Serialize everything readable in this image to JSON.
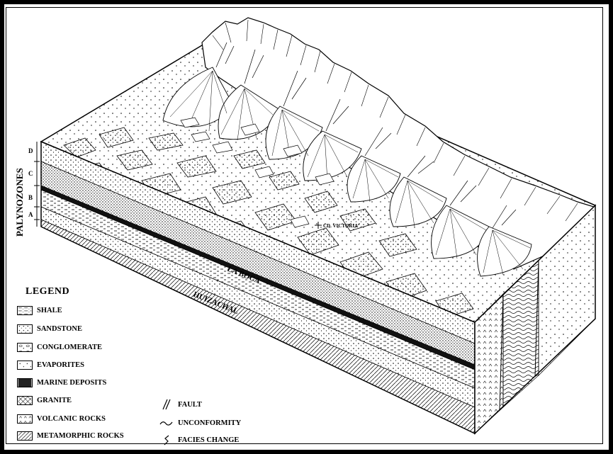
{
  "palynozones": {
    "title": "PALYNOZONES",
    "zones": [
      "D",
      "C",
      "B",
      "A"
    ]
  },
  "labels": {
    "site": "CD. VICTORIA",
    "formation_upper": "LA BOCA",
    "formation_lower": "HUIZACHAL"
  },
  "legend": {
    "title": "LEGEND",
    "items": [
      {
        "label": "SHALE",
        "pattern": "shale"
      },
      {
        "label": "SANDSTONE",
        "pattern": "sandstone"
      },
      {
        "label": "CONGLOMERATE",
        "pattern": "conglomerate"
      },
      {
        "label": "EVAPORITES",
        "pattern": "evaporites"
      },
      {
        "label": "MARINE DEPOSITS",
        "pattern": "marine"
      },
      {
        "label": "GRANITE",
        "pattern": "granite"
      },
      {
        "label": "VOLCANIC ROCKS",
        "pattern": "volcanic"
      },
      {
        "label": "METAMORPHIC ROCKS",
        "pattern": "metamorphic"
      }
    ]
  },
  "symbols": [
    {
      "label": "FAULT",
      "icon": "fault-icon"
    },
    {
      "label": "UNCONFORMITY",
      "icon": "unconformity-icon"
    },
    {
      "label": "FACIES CHANGE",
      "icon": "facies-change-icon"
    }
  ]
}
